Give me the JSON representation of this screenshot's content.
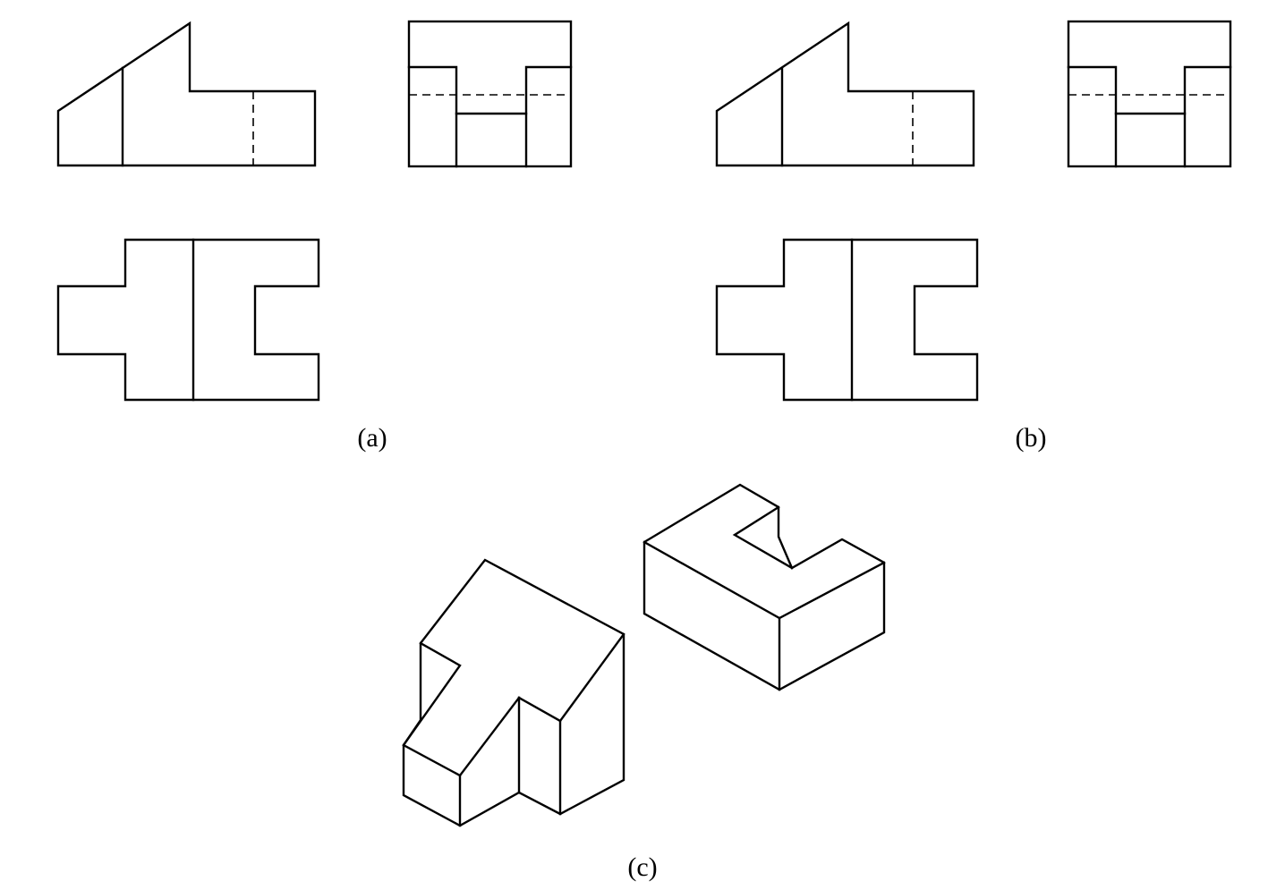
{
  "figure": {
    "line_color": "#000000",
    "background": "#ffffff",
    "captions": {
      "a": "(a)",
      "b": "(b)",
      "c": "(c)"
    }
  }
}
